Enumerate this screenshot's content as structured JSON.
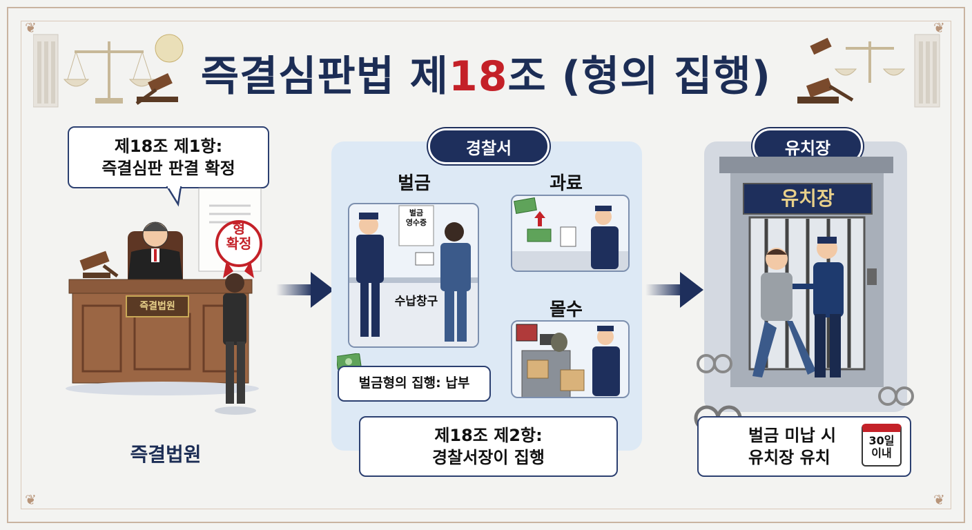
{
  "title": {
    "prefix": "즉결심판법 제",
    "number": "18",
    "suffix": "조 (형의 집행)"
  },
  "left": {
    "bubble_line1": "제18조 제1항:",
    "bubble_line2": "즉결심판 판결 확정",
    "stamp_line1": "형",
    "stamp_line2": "확정",
    "desk_plaque": "즉결법원",
    "caption": "즉결법원"
  },
  "center": {
    "header": "경찰서",
    "fine_title": "벌금",
    "receipt_line1": "벌금",
    "receipt_line2": "영수증",
    "counter_label": "수납창구",
    "fine_caption": "벌금형의 집행: 납부",
    "penalty_title": "과료",
    "confiscation_title": "몰수",
    "bottom_line1": "제18조 제2항:",
    "bottom_line2": "경찰서장이 집행"
  },
  "right": {
    "header": "유치장",
    "building_sign": "유치장",
    "box_line1": "벌금 미납 시",
    "box_line2": "유치장 유치",
    "calendar_line1": "30일",
    "calendar_line2": "이내"
  },
  "colors": {
    "navy": "#1e2f5c",
    "accent_red": "#c42128",
    "panel": "#dde9f5",
    "wood": "#8b5a3c"
  }
}
